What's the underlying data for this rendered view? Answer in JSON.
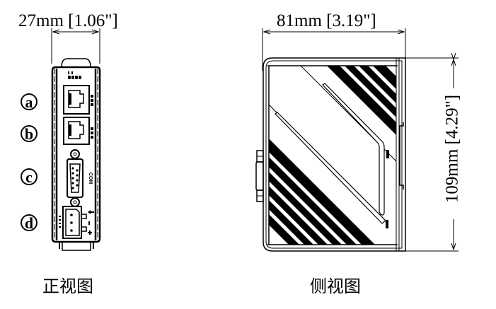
{
  "front_view": {
    "width_dimension": "27mm [1.06\"]",
    "caption": "正视图",
    "callouts": [
      {
        "letter": "a",
        "feature": "RJ45 Ethernet port 1"
      },
      {
        "letter": "b",
        "feature": "RJ45 Ethernet port 2"
      },
      {
        "letter": "c",
        "feature": "DB9 serial port",
        "port_label": "COM"
      },
      {
        "letter": "d",
        "feature": "3-pin power terminal",
        "polarity": [
          "⏚",
          "-",
          "+"
        ]
      }
    ]
  },
  "side_view": {
    "width_dimension": "81mm [3.19\"]",
    "height_dimension": "109mm [4.29\"]",
    "caption": "侧视图"
  },
  "colors": {
    "line": "#000000",
    "background": "#ffffff"
  }
}
